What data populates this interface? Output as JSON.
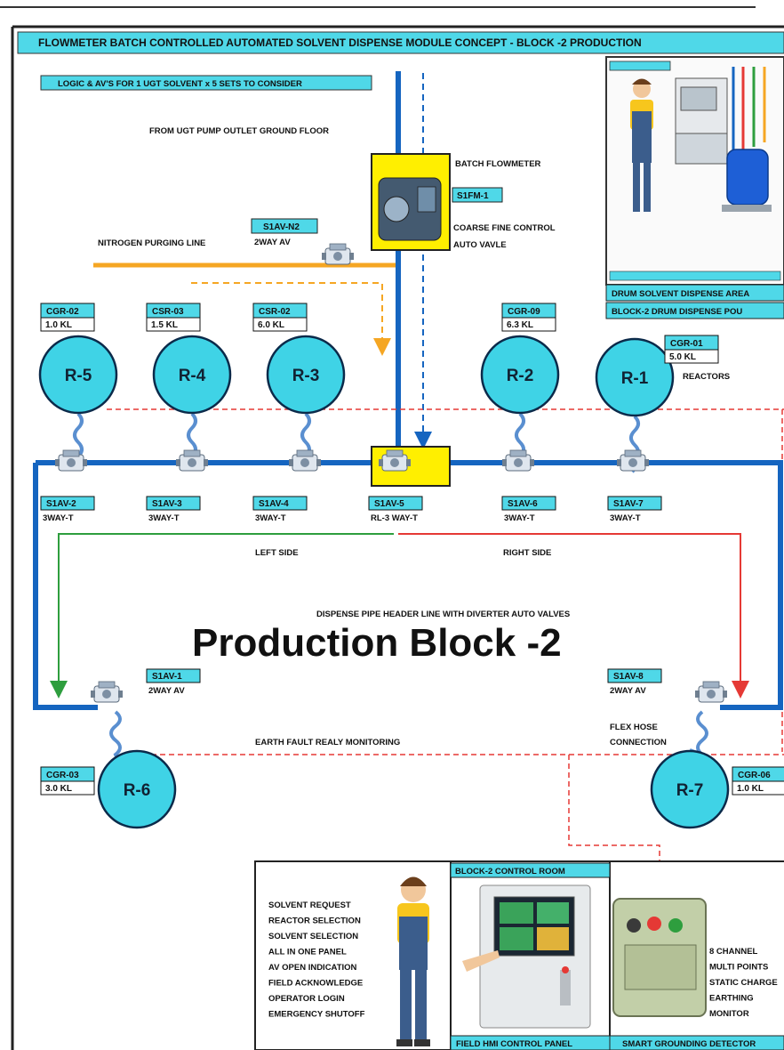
{
  "title": "FLOWMETER  BATCH CONTROLLED AUTOMATED SOLVENT DISPENSE MODULE CONCEPT  - BLOCK -2 PRODUCTION",
  "logic_note": "LOGIC & AV'S FOR 1 UGT SOLVENT x 5 SETS TO CONSIDER",
  "labels": {
    "from_ugt": "FROM UGT PUMP OUTLET GROUND FLOOR",
    "batch_flowmeter": "BATCH FLOWMETER",
    "flowmeter_tag": "S1FM-1",
    "coarse_fine": "COARSE FINE CONTROL",
    "auto_valve": "AUTO VAVLE",
    "nitrogen_tag": "S1AV-N2",
    "nitrogen_type": "2WAY AV",
    "nitrogen_line": "NITROGEN PURGING LINE",
    "reactors": "REACTORS",
    "left_side": "LEFT SIDE",
    "right_side": "RIGHT SIDE",
    "header_line": "DISPENSE PIPE HEADER LINE WITH DIVERTER AUTO VALVES",
    "big_label": "Production Block -2",
    "earth_fault": "EARTH FAULT REALY MONITORING",
    "flex_hose_1": "FLEX HOSE",
    "flex_hose_2": "CONNECTION",
    "drum_area": "DRUM SOLVENT DISPENSE AREA",
    "drum_pou": "BLOCK-2 DRUM DISPENSE POU"
  },
  "reactors": [
    {
      "name": "R-5",
      "tag": "CGR-02",
      "capacity": "1.0 KL"
    },
    {
      "name": "R-4",
      "tag": "CSR-03",
      "capacity": "1.5 KL"
    },
    {
      "name": "R-3",
      "tag": "CSR-02",
      "capacity": "6.0 KL"
    },
    {
      "name": "R-2",
      "tag": "CGR-09",
      "capacity": "6.3 KL"
    },
    {
      "name": "R-1",
      "tag": "CGR-01",
      "capacity": "5.0 KL"
    },
    {
      "name": "R-6",
      "tag": "CGR-03",
      "capacity": "3.0 KL"
    },
    {
      "name": "R-7",
      "tag": "CGR-06",
      "capacity": "1.0 KL"
    }
  ],
  "valves": [
    {
      "tag": "S1AV-2",
      "type": "3WAY-T"
    },
    {
      "tag": "S1AV-3",
      "type": "3WAY-T"
    },
    {
      "tag": "S1AV-4",
      "type": "3WAY-T"
    },
    {
      "tag": "S1AV-5",
      "type": "RL-3 WAY-T"
    },
    {
      "tag": "S1AV-6",
      "type": "3WAY-T"
    },
    {
      "tag": "S1AV-7",
      "type": "3WAY-T"
    },
    {
      "tag": "S1AV-1",
      "type": "2WAY AV"
    },
    {
      "tag": "S1AV-8",
      "type": "2WAY AV"
    }
  ],
  "control": {
    "functions": [
      "SOLVENT REQUEST",
      "REACTOR SELECTION",
      "SOLVENT SELECTION",
      "ALL IN ONE PANEL",
      "AV OPEN INDICATION",
      "FIELD ACKNOWLEDGE",
      "OPERATOR LOGIN",
      "EMERGENCY SHUTOFF"
    ],
    "control_room": "BLOCK-2 CONTROL ROOM",
    "hmi_panel": "FIELD HMI CONTROL PANEL",
    "grounding_detector": "SMART GROUNDING DETECTOR",
    "grounding_features": [
      "8 CHANNEL",
      "MULTI POINTS",
      "STATIC CHARGE",
      "EARTHING",
      "MONITOR"
    ]
  },
  "colors": {
    "header_blue": "#1565c0",
    "reactor_fill": "#3fd3e6",
    "tag_fill": "#4fd8e8",
    "nitrogen_orange": "#f5a623",
    "highlight_yellow": "#ffef00",
    "left_green": "#2e9e3e",
    "right_red": "#e53935"
  }
}
